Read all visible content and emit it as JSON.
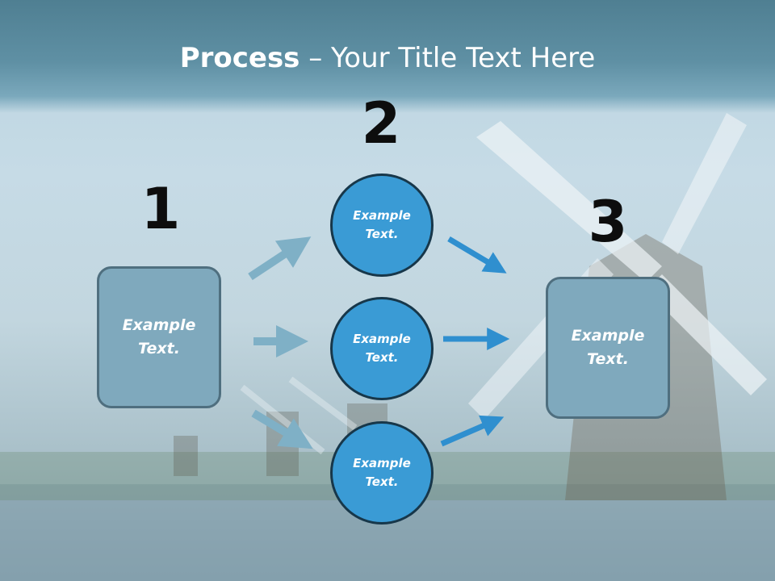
{
  "header": {
    "title_bold": "Process",
    "title_rest": " – Your Title Text Here"
  },
  "steps": {
    "one": {
      "number": "1",
      "text_line1": "Example",
      "text_line2": "Text."
    },
    "two": {
      "number": "2"
    },
    "three": {
      "number": "3",
      "text_line1": "Example",
      "text_line2": "Text."
    }
  },
  "circles": [
    {
      "line1": "Example",
      "line2": "Text."
    },
    {
      "line1": "Example",
      "line2": "Text."
    },
    {
      "line1": "Example",
      "line2": "Text."
    }
  ],
  "colors": {
    "header": "#5a8ca0",
    "box_fill": "#7fa9bd",
    "circle_fill": "#3a9bd5",
    "arrow_light": "#7fb0c6",
    "arrow_dark": "#2f8fcf"
  }
}
